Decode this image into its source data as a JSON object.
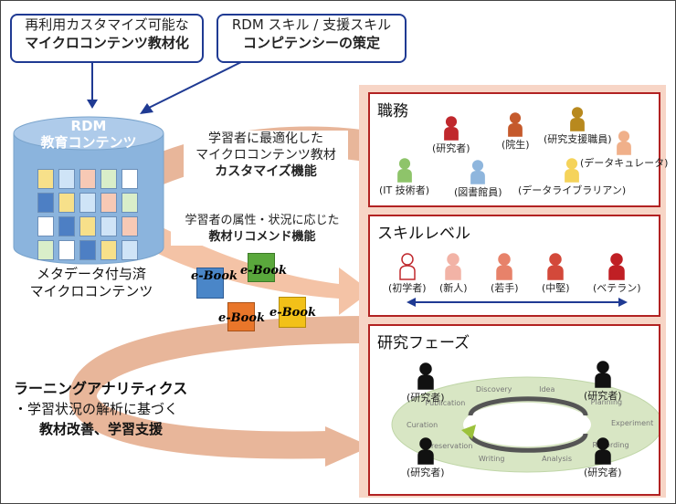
{
  "top_boxes": [
    {
      "line1": "再利用カスタマイズ可能な",
      "line2": "マイクロコンテンツ教材化"
    },
    {
      "line1": "RDM スキル / 支援スキル",
      "line2": "コンピテンシーの策定"
    }
  ],
  "database": {
    "title_line1": "RDM",
    "title_line2": "教育コンテンツ",
    "caption_line1": "メタデータ付与済",
    "caption_line2": "マイクロコンテンツ"
  },
  "ebook_label": "e-Book",
  "flows": [
    {
      "line1": "学習者に最適化した",
      "line2": "マイクロコンテンツ教材",
      "line3": "カスタマイズ機能"
    },
    {
      "line1": "学習者の属性・状況に応じた",
      "line2": "教材リコメンド機能"
    }
  ],
  "analytics": {
    "line1": "ラーニングアナリティクス",
    "line2": "・学習状況の解析に基づく",
    "line3": "教材改善、学習支援"
  },
  "panels": {
    "jobs": {
      "title": "職務",
      "people": [
        {
          "label": "(研究者)",
          "color": "#c0282d"
        },
        {
          "label": "(院生)",
          "color": "#c55a2c"
        },
        {
          "label": "(研究支援職員)",
          "color": "#b8891e"
        },
        {
          "label": "(データキュレータ)",
          "color": "#f0b08a"
        },
        {
          "label": "(IT 技術者)",
          "color": "#8ec46a"
        },
        {
          "label": "(図書館員)",
          "color": "#8fb6dd"
        },
        {
          "label": "(データライブラリアン)",
          "color": "#f5d35a"
        }
      ]
    },
    "skill": {
      "title": "スキルレベル",
      "people": [
        {
          "label": "(初学者)",
          "color": "#ffffff"
        },
        {
          "label": "(新人)",
          "color": "#f2b3a6"
        },
        {
          "label": "(若手)",
          "color": "#e7826a"
        },
        {
          "label": "(中堅)",
          "color": "#d3493a"
        },
        {
          "label": "(ベテラン)",
          "color": "#c01f24"
        }
      ]
    },
    "phase": {
      "title": "研究フェーズ",
      "researcher_label": "(研究者)",
      "cycle_words": [
        "Idea",
        "Planning",
        "Experiment",
        "Recording",
        "Analysis",
        "Writing",
        "Preservation",
        "Curation",
        "Publication",
        "Discovery"
      ]
    }
  },
  "colors": {
    "accent_blue": "#1f3a93",
    "panel_red": "#b22222",
    "panel_bg": "#f7d5c6",
    "arrow": "#f0c2a8"
  }
}
